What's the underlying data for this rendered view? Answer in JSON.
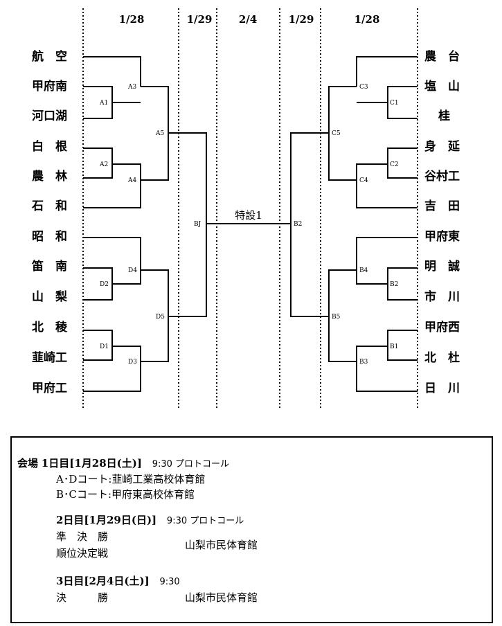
{
  "dates": [
    "1/28",
    "1/29",
    "2/4",
    "1/29",
    "1/28"
  ],
  "left_teams": [
    "航　空",
    "甲府南",
    "河口湖",
    "白　根",
    "農　林",
    "石　和",
    "昭　和",
    "笛　南",
    "山　梨",
    "北　稜",
    "韮崎工",
    "甲府工"
  ],
  "right_teams": [
    "農　台",
    "塩　山",
    "桂",
    "身　延",
    "谷村工",
    "吉　田",
    "甲府東",
    "明　誠",
    "市　川",
    "甲府西",
    "北　杜",
    "日　川"
  ],
  "nodes": {
    "A1": "A1",
    "A2": "A2",
    "A3": "A3",
    "A4": "A4",
    "A5": "A5",
    "D1": "D1",
    "D2": "D2",
    "D3": "D3",
    "D4": "D4",
    "D5": "D5",
    "B1": "B1",
    "B2": "B2",
    "B3": "B3",
    "B4": "B4",
    "B5": "B5",
    "C1": "C1",
    "C2": "C2",
    "C3": "C3",
    "C4": "C4",
    "C5": "C5",
    "BJ": "BJ",
    "B2c": "B2"
  },
  "final_label": "特設1",
  "venue": {
    "title": "会場",
    "day1_head": "1日目[1月28日(土)]",
    "day1_time": "9:30 プロトコール",
    "day1_line1": "A･Dコート:韮崎工業高校体育館",
    "day1_line2": "B･Cコート:甲府東高校体育館",
    "day2_head": "2日目[1月29日(日)]",
    "day2_time": "9:30 プロトコール",
    "day2_item1": "準　決　勝",
    "day2_item2": "順位決定戦",
    "day2_place": "山梨市民体育館",
    "day3_head": "3日目[2月4日(土)]",
    "day3_time": "9:30",
    "day3_item": "決　　　勝",
    "day3_place": "山梨市民体育館"
  }
}
